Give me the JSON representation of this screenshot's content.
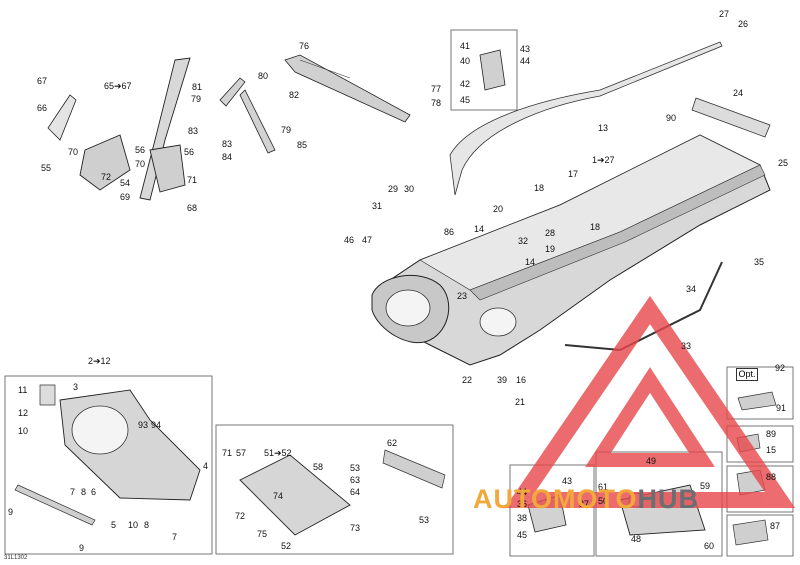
{
  "document_id": "31L1302",
  "option_label": "Opt.",
  "watermark": {
    "text_left": "AUTOMOTO",
    "text_right": "HUB",
    "color_left": "#f2a93b",
    "color_right": "#6b6f74",
    "logo_color": "#e8474b"
  },
  "labels": {
    "l27": "27",
    "l26": "26",
    "l13": "13",
    "l24": "24",
    "l90": "90",
    "l25": "25",
    "l41": "41",
    "l43": "43",
    "l40": "40",
    "l44": "44",
    "l42": "42",
    "l45": "45",
    "l76": "76",
    "l77": "77",
    "l78": "78",
    "l67": "67",
    "l66": "66",
    "l65_67": "65➔67",
    "l70a": "70",
    "l55": "55",
    "l56a": "56",
    "l56b": "56",
    "l70b": "70",
    "l72": "72",
    "l54": "54",
    "l69": "69",
    "l71": "71",
    "l68": "68",
    "l81": "81",
    "l80": "80",
    "l79a": "79",
    "l82": "82",
    "l83a": "83",
    "l79b": "79",
    "l83b": "83",
    "l84": "84",
    "l85": "85",
    "l1_27": "1➔27",
    "l17": "17",
    "l18a": "18",
    "l20": "20",
    "l14a": "14",
    "l32": "32",
    "l28": "28",
    "l18b": "18",
    "l19": "19",
    "l14b": "14",
    "l29": "29",
    "l30": "30",
    "l31": "31",
    "l86": "86",
    "l46": "46",
    "l47": "47",
    "l23": "23",
    "l35": "35",
    "l34": "34",
    "l33": "33",
    "l22": "22",
    "l39": "39",
    "l16": "16",
    "l21": "21",
    "l92": "92",
    "l91": "91",
    "l89": "89",
    "l15": "15",
    "l88": "88",
    "l87": "87",
    "l2_12": "2➔12",
    "l11": "11",
    "l3": "3",
    "l12": "12",
    "l10a": "10",
    "l93": "93",
    "l94": "94",
    "l4": "4",
    "l7a": "7",
    "l8a": "8",
    "l6": "6",
    "l9a": "9",
    "l5": "5",
    "l10b": "10",
    "l8b": "8",
    "l7b": "7",
    "l9b": "9",
    "l71b": "71",
    "l57": "57",
    "l51_52": "51➔52",
    "l58": "58",
    "l74": "74",
    "l72b": "72",
    "l75": "75",
    "l52": "52",
    "l73": "73",
    "l62": "62",
    "l53a": "53",
    "l63": "63",
    "l64": "64",
    "l53b": "53",
    "l43b": "43",
    "l44b": "44",
    "l36": "36",
    "l37": "37",
    "l38": "38",
    "l45b": "45",
    "l49": "49",
    "l61": "61",
    "l59": "59",
    "l50": "50",
    "l48": "48",
    "l60": "60"
  }
}
